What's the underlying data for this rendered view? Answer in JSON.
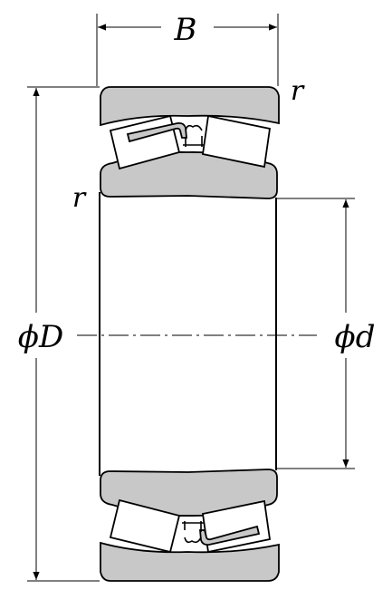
{
  "labels": {
    "width": "B",
    "radius_top": "r",
    "radius_left": "r",
    "outer_diameter": "ϕD",
    "bore_diameter": "ϕd"
  },
  "colors": {
    "ring_fill": "#c8c8c8",
    "roller_fill": "#ffffff",
    "line": "#000000",
    "background": "#ffffff"
  }
}
